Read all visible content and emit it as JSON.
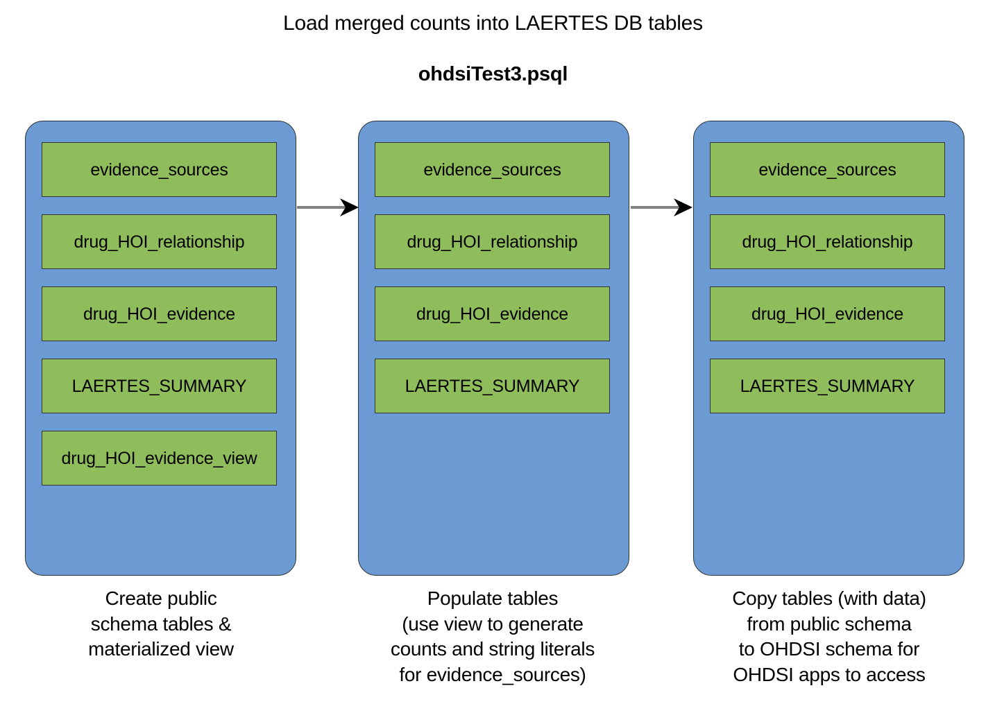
{
  "title": "Load merged counts into LAERTES DB tables",
  "subtitle": "ohdsiTest3.psql",
  "colors": {
    "panel_blue": "#6b9bd2",
    "table_green": "#90bd5c",
    "outline": "#2f3436",
    "arrow_line": "#808080",
    "arrow_head": "#000000",
    "background": "#ffffff",
    "text": "#000000"
  },
  "columns": [
    {
      "id": "create-public-schema",
      "tables": [
        "evidence_sources",
        "drug_HOI_relationship",
        "drug_HOI_evidence",
        "LAERTES_SUMMARY",
        "drug_HOI_evidence_view"
      ],
      "caption": "Create public\nschema tables &\nmaterialized view"
    },
    {
      "id": "populate-tables",
      "tables": [
        "evidence_sources",
        "drug_HOI_relationship",
        "drug_HOI_evidence",
        "LAERTES_SUMMARY"
      ],
      "caption": "Populate tables\n(use view to generate\ncounts and string literals\nfor evidence_sources)"
    },
    {
      "id": "copy-tables",
      "tables": [
        "evidence_sources",
        "drug_HOI_relationship",
        "drug_HOI_evidence",
        "LAERTES_SUMMARY"
      ],
      "caption": "Copy tables (with data)\nfrom public schema\nto OHDSI schema for\nOHDSI apps to access"
    }
  ],
  "arrows": [
    {
      "id": "arrow-column1-to-column2",
      "glyph": "arrow-right-icon"
    },
    {
      "id": "arrow-column2-to-column3",
      "glyph": "arrow-right-icon"
    }
  ]
}
